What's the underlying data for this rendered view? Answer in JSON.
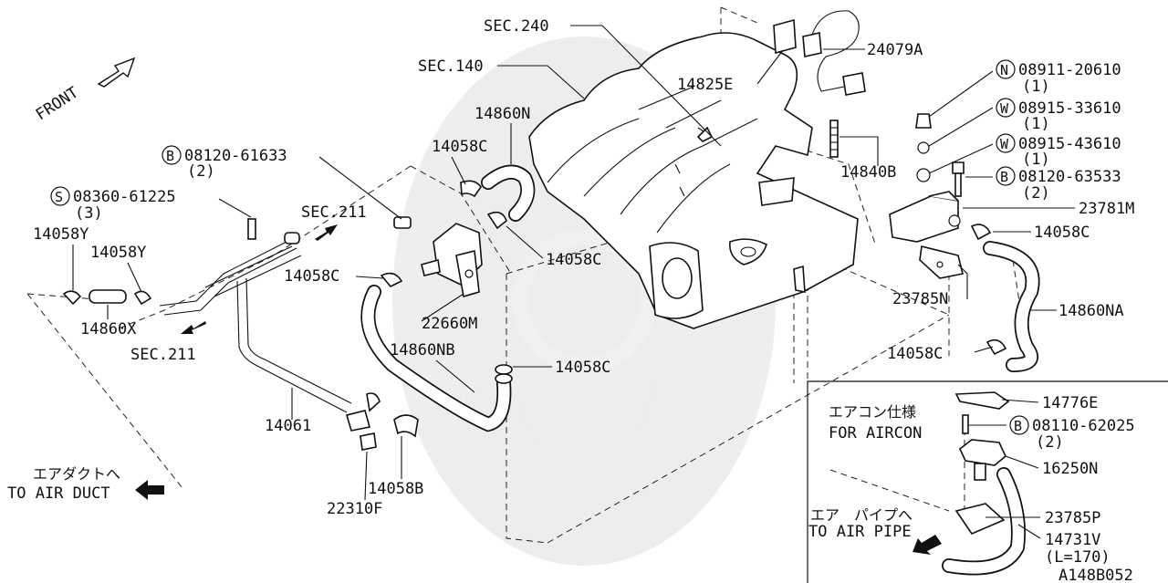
{
  "diagram": {
    "code": "A148B052",
    "front_label": "FRONT",
    "sections": {
      "sec240": "SEC.240",
      "sec140": "SEC.140",
      "sec211_upper": "SEC.211",
      "sec211_lower": "SEC.211"
    },
    "bolts": [
      {
        "prefix": "B",
        "number": "08120-61633",
        "qty": "(2)"
      },
      {
        "prefix": "S",
        "number": "08360-61225",
        "qty": "(3)"
      },
      {
        "prefix": "N",
        "number": "08911-20610",
        "qty": "(1)"
      },
      {
        "prefix": "W",
        "number": "08915-33610",
        "qty": "(1)"
      },
      {
        "prefix": "W",
        "number": "08915-43610",
        "qty": "(1)"
      },
      {
        "prefix": "B",
        "number": "08120-63533",
        "qty": "(2)"
      },
      {
        "prefix": "B",
        "number": "08110-62025",
        "qty": "(2)"
      }
    ],
    "parts": {
      "p24079A": "24079A",
      "p14825E": "14825E",
      "p14860N": "14860N",
      "p14058C_a": "14058C",
      "p14058C_b": "14058C",
      "p14058C_c": "14058C",
      "p14058C_d": "14058C",
      "p14058C_e": "14058C",
      "p14058C_f": "14058C",
      "p14840B": "14840B",
      "p23781M": "23781M",
      "p23785N": "23785N",
      "p14860NA": "14860NA",
      "p14058Y_a": "14058Y",
      "p14058Y_b": "14058Y",
      "p14860X": "14860X",
      "p22660M": "22660M",
      "p14860NB": "14860NB",
      "p14061": "14061",
      "p14058B": "14058B",
      "p22310F": "22310F",
      "p14776E": "14776E",
      "p16250N": "16250N",
      "p23785P": "23785P",
      "p14731V": "14731V",
      "p14731V_len": "(L=170)"
    },
    "notes": {
      "air_duct_jp": "エアダクトへ",
      "air_duct_en": "TO AIR DUCT",
      "aircon_jp": "エアコン仕様",
      "aircon_en": "FOR AIRCON",
      "air_pipe_jp": "エア　パイプへ",
      "air_pipe_en": "TO AIR PIPE"
    }
  }
}
